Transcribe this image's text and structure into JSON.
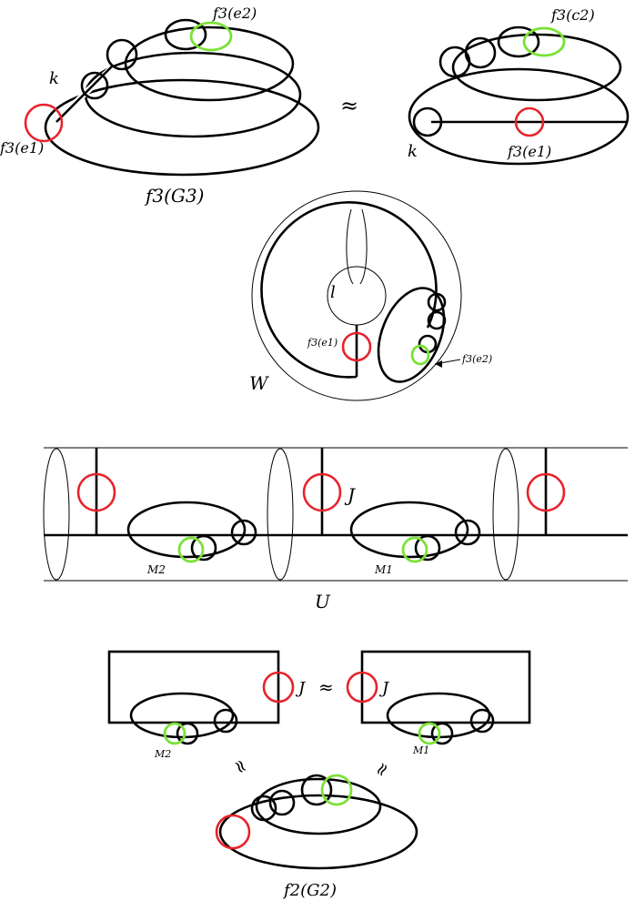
{
  "panels": {
    "top_left": {
      "label_f3e2": "f3(e2)",
      "label_k": "k",
      "label_f3e1": "f3(e1)",
      "caption": "f3(G3)"
    },
    "approx_top": "≈",
    "top_right": {
      "label_f3c2": "f3(c2)",
      "label_k": "k",
      "label_f3e1": "f3(e1)"
    },
    "torus": {
      "label_l": "l",
      "label_W": "W",
      "label_f3e1": "f3(e1)",
      "label_f3e2": "f3(e2)"
    },
    "strip": {
      "label_J": "J",
      "label_M2": "M2",
      "label_M1": "M1",
      "label_U": "U"
    },
    "bottom": {
      "label_J_left": "J",
      "approx_mid": "≈",
      "label_J_right": "J",
      "label_M2": "M2",
      "label_M1": "M1",
      "approx_left": "≈",
      "approx_right": "≈",
      "caption": "f2(G2)"
    }
  },
  "colors": {
    "red_circle": "#e8232b",
    "green_circle": "#7be135",
    "line": "#000000"
  }
}
